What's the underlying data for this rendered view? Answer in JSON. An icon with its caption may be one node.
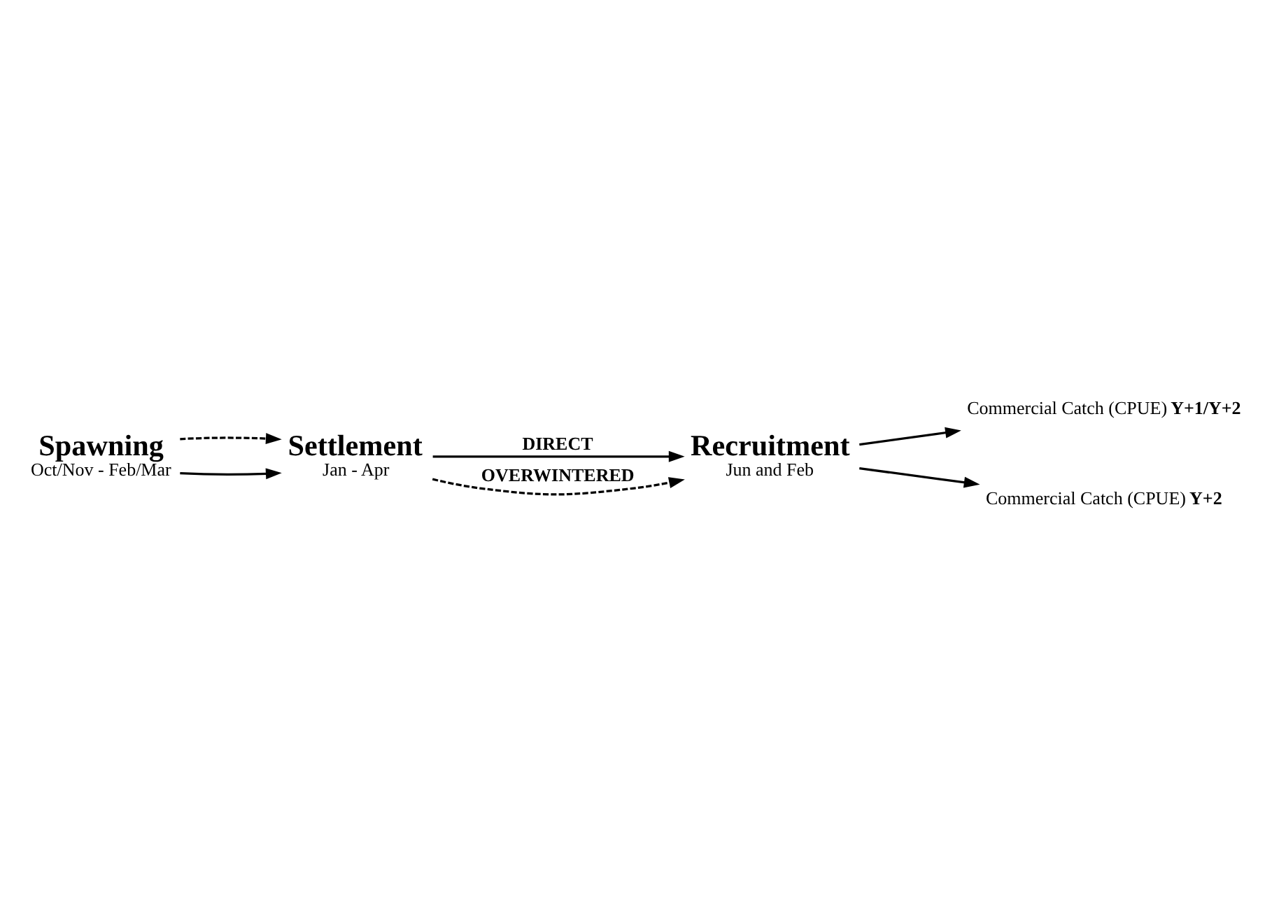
{
  "diagram": {
    "nodes": [
      {
        "text": [
          "Spawning",
          "Oct/Nov - Feb/Mar"
        ]
      },
      {
        "text": [
          "Settlement",
          "Jan - Apr"
        ]
      },
      {
        "text": [
          "Recruitment",
          "Jun and Feb"
        ]
      },
      {
        "text": [
          "Commercial Catch (CPUE) **Y+1/Y+2**"
        ]
      },
      {
        "text": [
          "Commercial Catch (CPUE) **Y+2**"
        ]
      }
    ],
    "edges": [
      {
        "from": 0,
        "to": 1,
        "arrow": "to"
      },
      {
        "from": 1,
        "to": 2,
        "arrow": "to",
        "label": "DIRECT"
      },
      {
        "from": 0,
        "to": 1,
        "arrow": "to",
        "style": "dashed"
      },
      {
        "from": 1,
        "to": 2,
        "arrow": "to",
        "style": "dashed",
        "label": "OVERWINTERED"
      },
      {
        "from": 2,
        "to": 3,
        "arrow": "to"
      },
      {
        "from": 2,
        "to": 4,
        "arrow": "to"
      }
    ]
  }
}
